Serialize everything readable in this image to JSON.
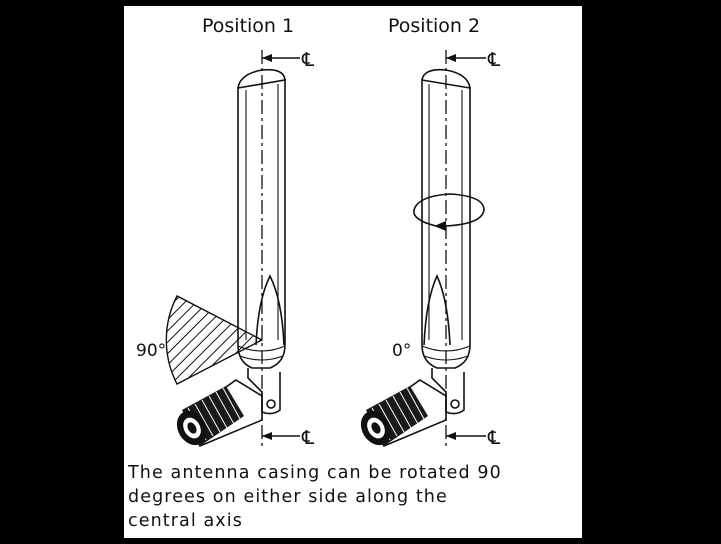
{
  "positions": [
    {
      "title": "Position 1",
      "angle": "90°"
    },
    {
      "title": "Position 2",
      "angle": "0°"
    }
  ],
  "centerline_symbol": "℄",
  "caption_lines": [
    "The antenna casing can be rotated 90",
    "degrees on either side along the",
    "central axis"
  ],
  "colors": {
    "background": "#000000",
    "panel": "#ffffff",
    "ink": "#111111"
  }
}
